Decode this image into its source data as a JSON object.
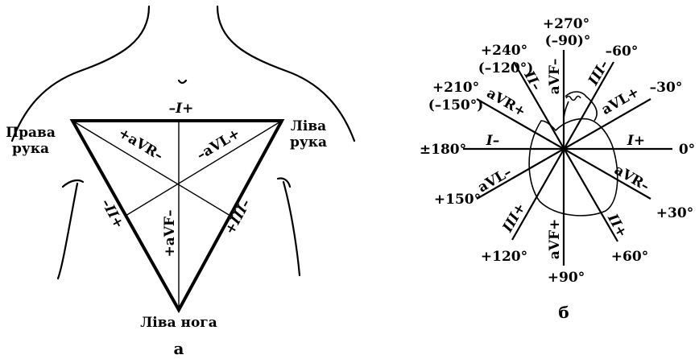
{
  "figure_a": {
    "lead_I": "–I+",
    "lead_aVR": "+aVR–",
    "lead_aVL": "–aVL+",
    "lead_II": "–II+",
    "lead_aVF": "+aVF–",
    "lead_III": "+III–",
    "right_arm_line1": "Права",
    "right_arm_line2": "рука",
    "left_arm_line1": "Ліва",
    "left_arm_line2": "рука",
    "left_leg": "Ліва нога",
    "caption": "а"
  },
  "figure_b": {
    "angles": {
      "a270": "+270°",
      "a270_alt": "(–90)°",
      "a240": "+240°",
      "a240_alt": "(–120°)",
      "a210": "+210°",
      "a210_alt": "(–150°)",
      "a180": "±180°",
      "a150": "+150°",
      "a120": "+120°",
      "a90": "+90°",
      "a60": "+60°",
      "a30": "+30°",
      "a0": "0°",
      "am30": "–30°",
      "am60": "–60°"
    },
    "leads": {
      "I_neg": "I–",
      "I_pos": "I+",
      "II_neg": "II–",
      "II_pos": "II+",
      "III_neg": "III–",
      "III_pos": "III+",
      "aVF_neg": "aVF–",
      "aVF_pos": "aVF+",
      "aVR_pos": "aVR+",
      "aVR_neg": "aVR–",
      "aVL_pos": "aVL+",
      "aVL_neg": "aVL–"
    },
    "caption": "б"
  }
}
